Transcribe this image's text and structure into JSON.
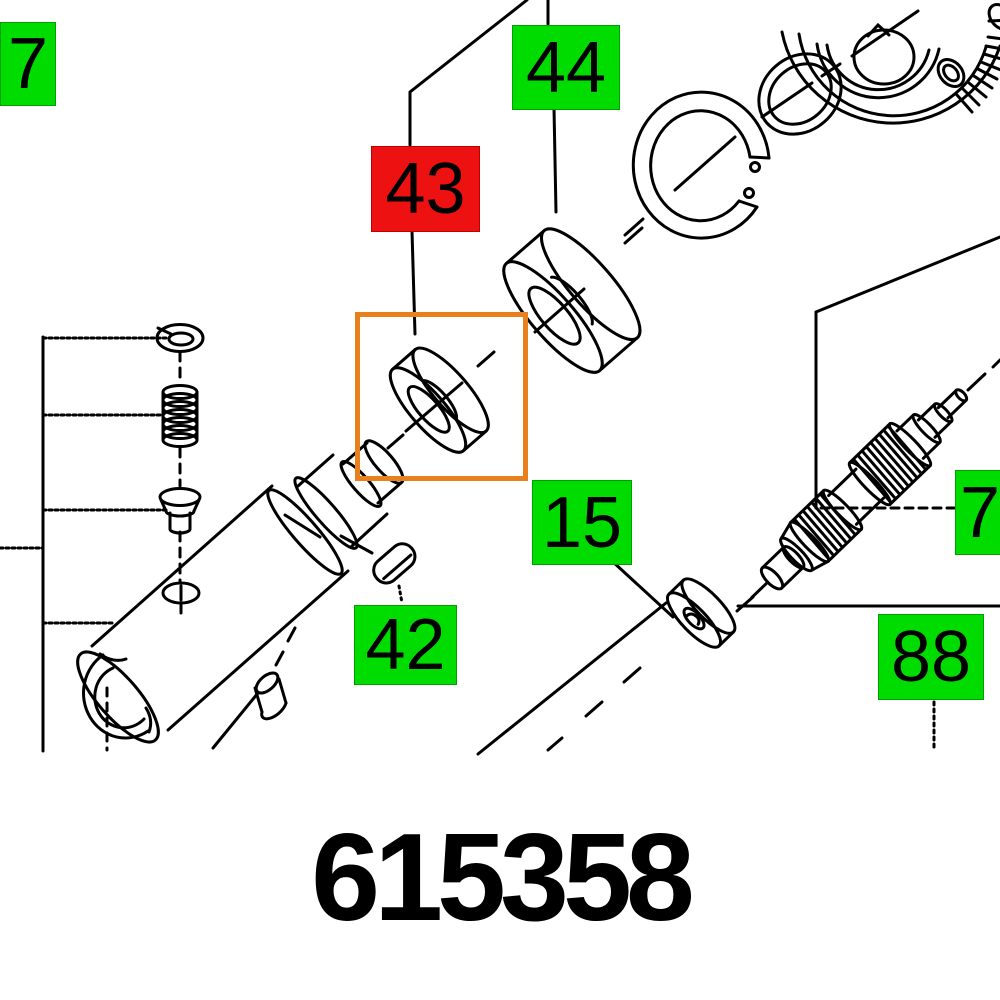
{
  "diagram": {
    "part_number": "615358",
    "callouts": [
      {
        "id": "callout-7-top-left",
        "label": "7",
        "color": "green"
      },
      {
        "id": "callout-44",
        "label": "44",
        "color": "green"
      },
      {
        "id": "callout-43",
        "label": "43",
        "color": "red"
      },
      {
        "id": "callout-15",
        "label": "15",
        "color": "green"
      },
      {
        "id": "callout-42",
        "label": "42",
        "color": "green"
      },
      {
        "id": "callout-7-right",
        "label": "7",
        "color": "green"
      },
      {
        "id": "callout-88",
        "label": "88",
        "color": "green"
      }
    ],
    "colors": {
      "callout_green": "#00dc00",
      "callout_red": "#ee1111",
      "highlight_orange": "#e8801e",
      "line": "#000000",
      "background": "#ffffff"
    }
  }
}
